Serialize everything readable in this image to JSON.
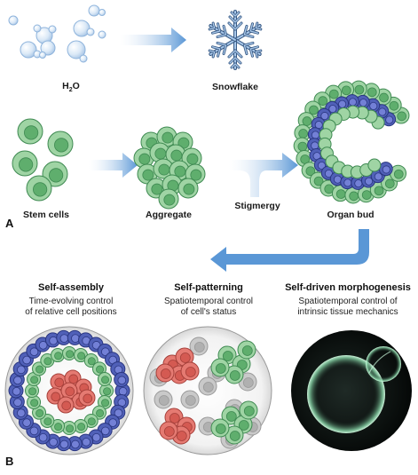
{
  "panel_a": {
    "letter": "A",
    "h2o_main": "H",
    "h2o_sub": "2",
    "h2o_end": "O",
    "snowflake": "Snowflake",
    "stem_cells": "Stem cells",
    "aggregate": "Aggregate",
    "stigmergy": "Stigmergy",
    "organ_bud": "Organ bud"
  },
  "panel_b": {
    "letter": "B",
    "items": [
      {
        "title": "Self-assembly",
        "line1": "Time-evolving control",
        "line2": "of relative cell positions"
      },
      {
        "title": "Self-patterning",
        "line1": "Spatiotemporal control",
        "line2": "of cell's status"
      },
      {
        "title": "Self-driven morphogenesis",
        "line1": "Spatiotemporal control of",
        "line2": "intrinsic tissue mechanics"
      }
    ]
  },
  "colors": {
    "arrow": "#5a97d6",
    "green_cell": "#9fd4a4",
    "green_edge": "#3f8a52",
    "blue_cell": "#5060b8",
    "red_cell": "#e57a72",
    "gray_cell": "#c9c9c9"
  }
}
